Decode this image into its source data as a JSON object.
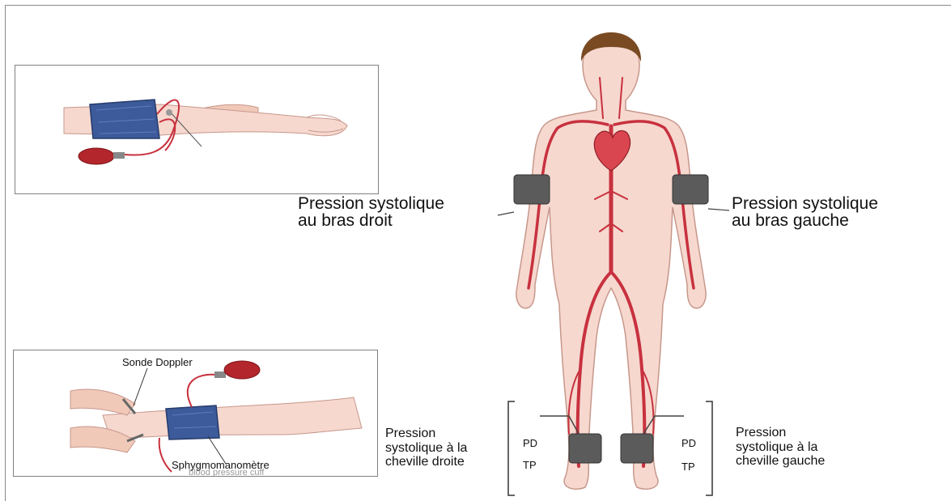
{
  "labels": {
    "right_arm": [
      "Pression systolique",
      "au bras droit"
    ],
    "left_arm": [
      "Pression systolique",
      "au bras gauche"
    ],
    "right_ankle": [
      "Pression",
      "systolique à la",
      "cheville droite"
    ],
    "left_ankle": [
      "Pression",
      "systolique à la",
      "cheville gauche"
    ],
    "doppler_probe": "Sonde Doppler",
    "sphygmomanometer": "Sphygmomanomètre",
    "cuff_faint": "blood pressure cuff",
    "left_pd": "PD",
    "left_tp": "TP",
    "right_pd": "PD",
    "right_tp": "TP"
  },
  "colors": {
    "skin": "#f6d8cf",
    "skin_outline": "#c7978b",
    "artery": "#c8313e",
    "cuff_gray": "#5b5b5b",
    "cuff_blue": "#3d5a9a",
    "hair": "#7a4a23",
    "bulb": "#b3262b"
  },
  "icons": [
    "human-body-figure",
    "heart-icon",
    "arm-cuff-illustration",
    "doppler-hands-illustration"
  ]
}
